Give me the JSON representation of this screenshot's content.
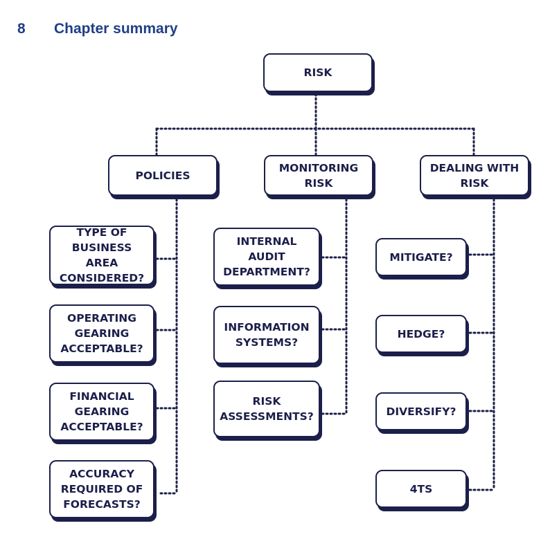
{
  "heading": {
    "number": "8",
    "title": "Chapter summary"
  },
  "colors": {
    "heading": "#1f3f86",
    "box_border": "#1c1f4a",
    "text": "#1c1f4a"
  },
  "diagram": {
    "root": "RISK",
    "branches": [
      {
        "label": "POLICIES",
        "children": [
          "TYPE OF BUSINESS AREA CONSIDERED?",
          "OPERATING GEARING ACCEPTABLE?",
          "FINANCIAL GEARING ACCEPTABLE?",
          "ACCURACY REQUIRED OF FORECASTS?"
        ]
      },
      {
        "label": "MONITORING RISK",
        "children": [
          "INTERNAL AUDIT DEPARTMENT?",
          "INFORMATION SYSTEMS?",
          "RISK ASSESSMENTS?"
        ]
      },
      {
        "label": "DEALING WITH RISK",
        "children": [
          "MITIGATE?",
          "HEDGE?",
          "DIVERSIFY?",
          "4TS"
        ]
      }
    ]
  }
}
